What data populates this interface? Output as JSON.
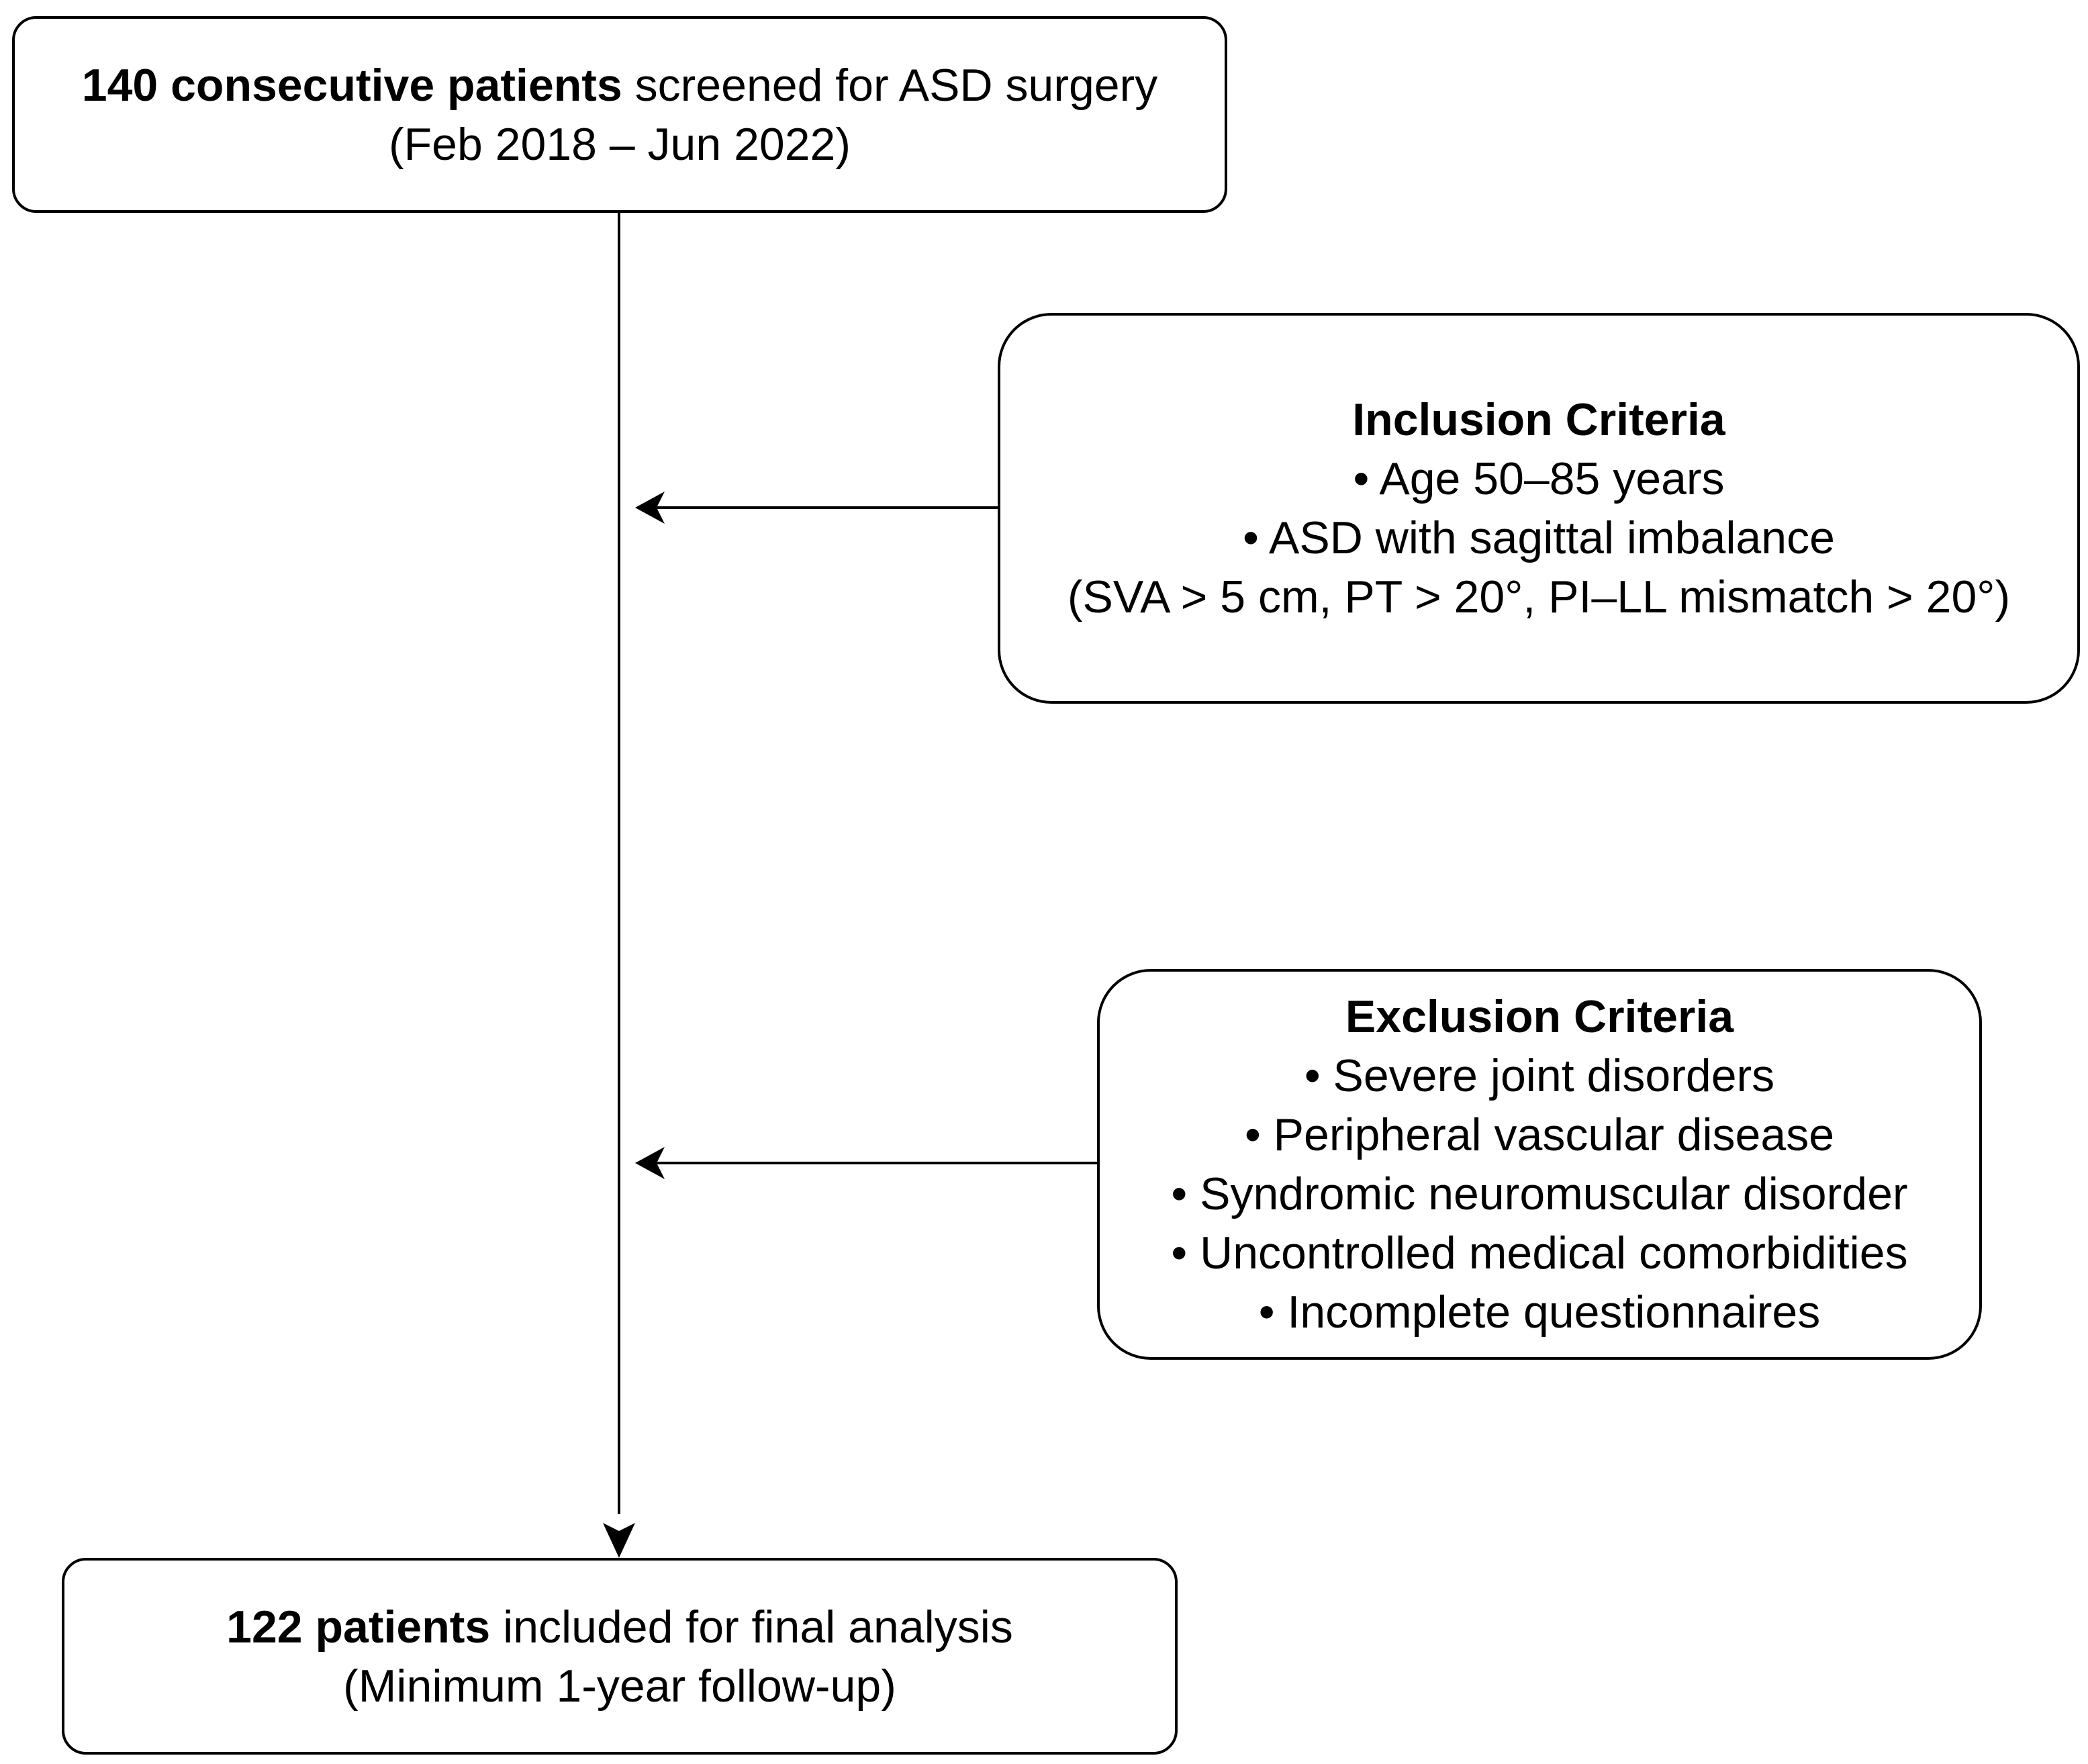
{
  "start": {
    "count_bold": "140 consecutive patients",
    "text": " screened for ASD surgery",
    "period": "(Feb 2018 – Jun 2022)"
  },
  "inclusion": {
    "title": "Inclusion Criteria",
    "items": [
      "• Age 50–85 years",
      "• ASD with sagittal imbalance",
      "(SVA > 5 cm, PT > 20°, PI–LL mismatch > 20°)"
    ]
  },
  "exclusion": {
    "title": "Exclusion Criteria",
    "items": [
      "• Severe joint disorders",
      "• Peripheral vascular disease",
      "• Syndromic neuromuscular disorder",
      "• Uncontrolled medical comorbidities",
      "• Incomplete questionnaires"
    ]
  },
  "final": {
    "count_bold": "122 patients",
    "text": " included for final analysis",
    "followup": "(Minimum 1-year follow-up)"
  }
}
